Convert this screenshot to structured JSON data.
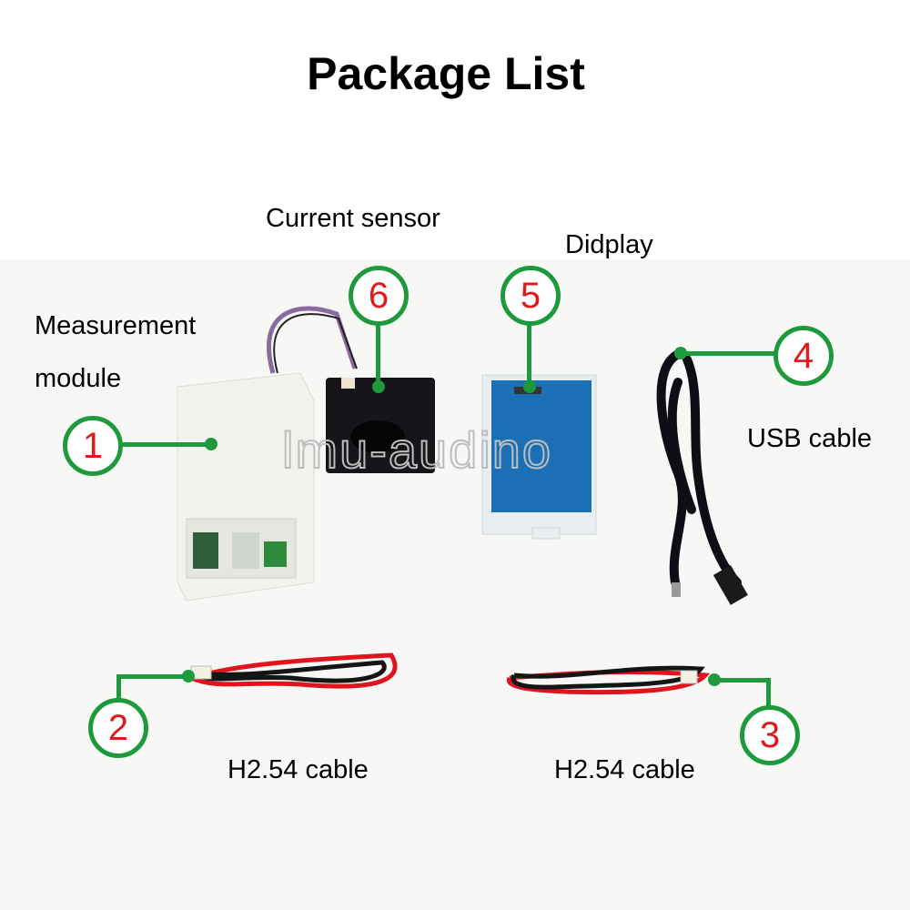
{
  "title": "Package List",
  "watermark": "lmu-audino",
  "items": [
    {
      "number": "1",
      "label_line1": "Measurement",
      "label_line2": "module"
    },
    {
      "number": "2",
      "label": "H2.54 cable"
    },
    {
      "number": "3",
      "label": "H2.54 cable"
    },
    {
      "number": "4",
      "label": "USB cable"
    },
    {
      "number": "5",
      "label": "Didplay"
    },
    {
      "number": "6",
      "label": "Current sensor"
    }
  ],
  "colors": {
    "callout_ring": "#1e9a3c",
    "callout_number": "#e01a1a"
  }
}
